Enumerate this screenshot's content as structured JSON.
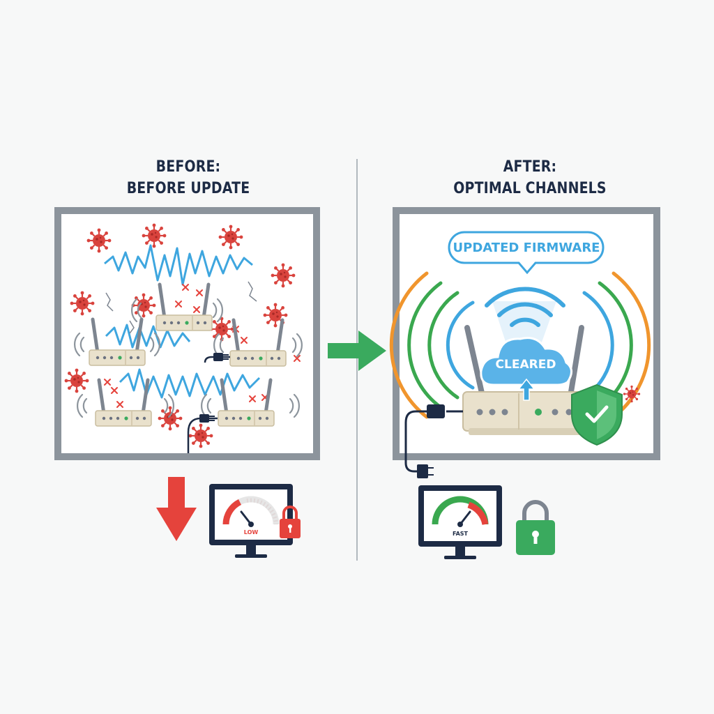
{
  "before": {
    "heading_line1": "BEFORE:",
    "heading_line2": "BEFORE UPDATE",
    "gauge_label": "LOW"
  },
  "after": {
    "heading_line1": "AFTER:",
    "heading_line2": "OPTIMAL CHANNELS",
    "firmware_callout": "UPDATED FIRMWARE",
    "cloud_label": "CLEARED",
    "gauge_label": "FAST"
  },
  "colors": {
    "frame": "#8c949c",
    "signal_blue": "#3ea6df",
    "virus_red": "#d9433d",
    "arrow_green": "#3aaa5e",
    "arrow_red": "#e5433c",
    "navy": "#1d2b45",
    "wave_green": "#3aa84f",
    "wave_orange": "#f0952d"
  },
  "icons": [
    "virus-icon",
    "router-icon",
    "power-plug-icon",
    "monitor-icon",
    "speed-gauge-icon",
    "padlock-icon",
    "shield-check-icon",
    "cloud-icon",
    "upload-arrow-icon",
    "arrow-right-icon",
    "arrow-down-icon"
  ]
}
